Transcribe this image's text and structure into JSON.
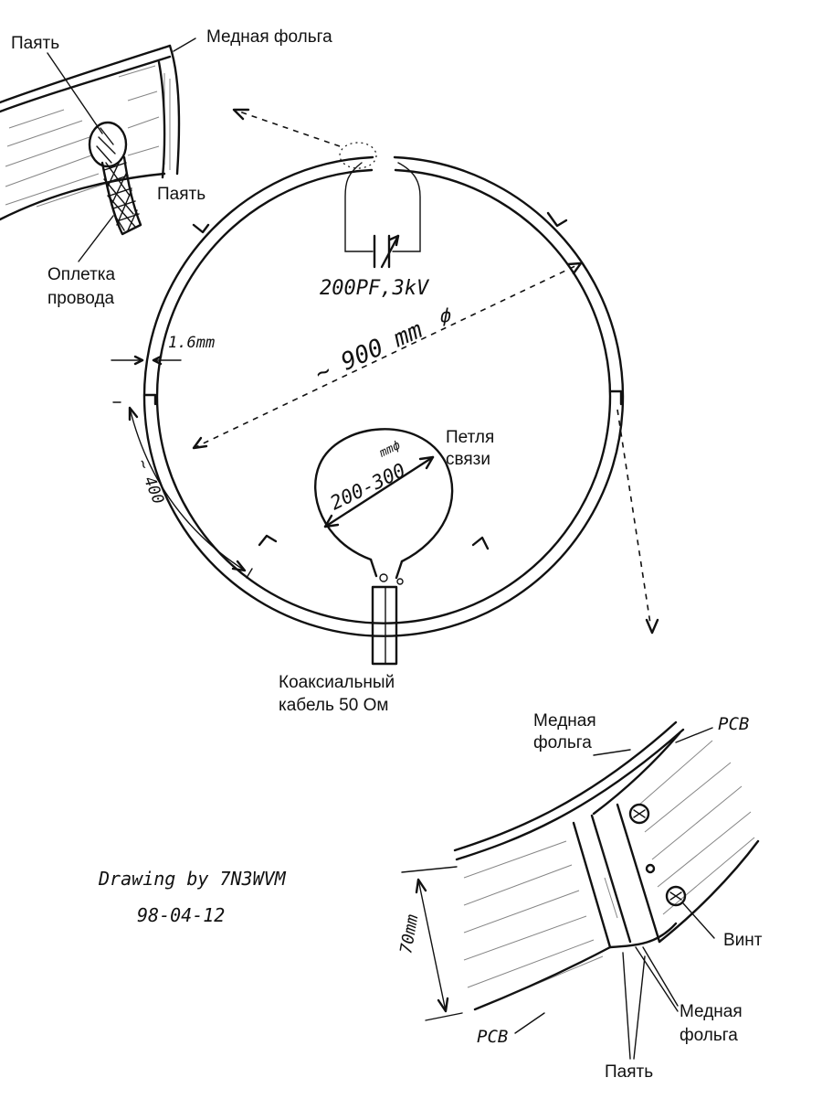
{
  "labels": {
    "solder_top_left": "Паять",
    "copper_foil_top": "Медная фольга",
    "solder_top_mid": "Паять",
    "braid_1": "Оплетка",
    "braid_2": "провода",
    "capacitor": "200PF,3kV",
    "thickness": "1.6mm",
    "diameter": "~ 900 mm",
    "diameter_symbol": "ф",
    "loop_1": "Петля",
    "loop_2": "связи",
    "loop_size": "200-300",
    "loop_unit": "mmф",
    "segment": "~ 400",
    "coax_1": "Коаксиальный",
    "coax_2": "кабель  50 Ом",
    "credit_1": "Drawing by 7N3WVM",
    "credit_2": "98-04-12",
    "copper_foil_br_1": "Медная",
    "copper_foil_br_2": "фольга",
    "pcb_top": "PCB",
    "screw": "Винт",
    "height": "70mm",
    "pcb_bottom": "PCB",
    "copper_foil_bottom_1": "Медная",
    "copper_foil_bottom_2": "фольга",
    "solder_bottom": "Паять"
  }
}
